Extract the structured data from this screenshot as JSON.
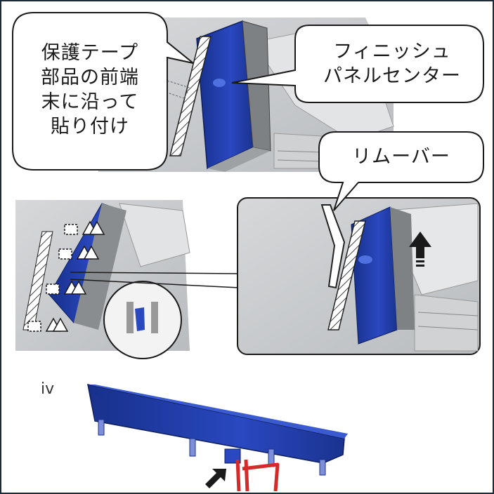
{
  "callouts": {
    "protective_tape": "保護テープ\n部品の前端\n末に沿って\n貼り付け",
    "finish_panel": "フィニッシュ\nパネルセンター",
    "remover": "リムーバー"
  },
  "step_label": "iv",
  "colors": {
    "frame": "#1c2b36",
    "panel_blue": "#1f3a9e",
    "panel_blue_light": "#3050c8",
    "tool_red": "#d42a2a",
    "gray_bg": "#c9cbcd"
  },
  "icons": {
    "clip_marker": "clip-claw-icon",
    "lift_arrow": "up-arrow-icon",
    "pointer_arrow": "black-arrow-icon"
  }
}
